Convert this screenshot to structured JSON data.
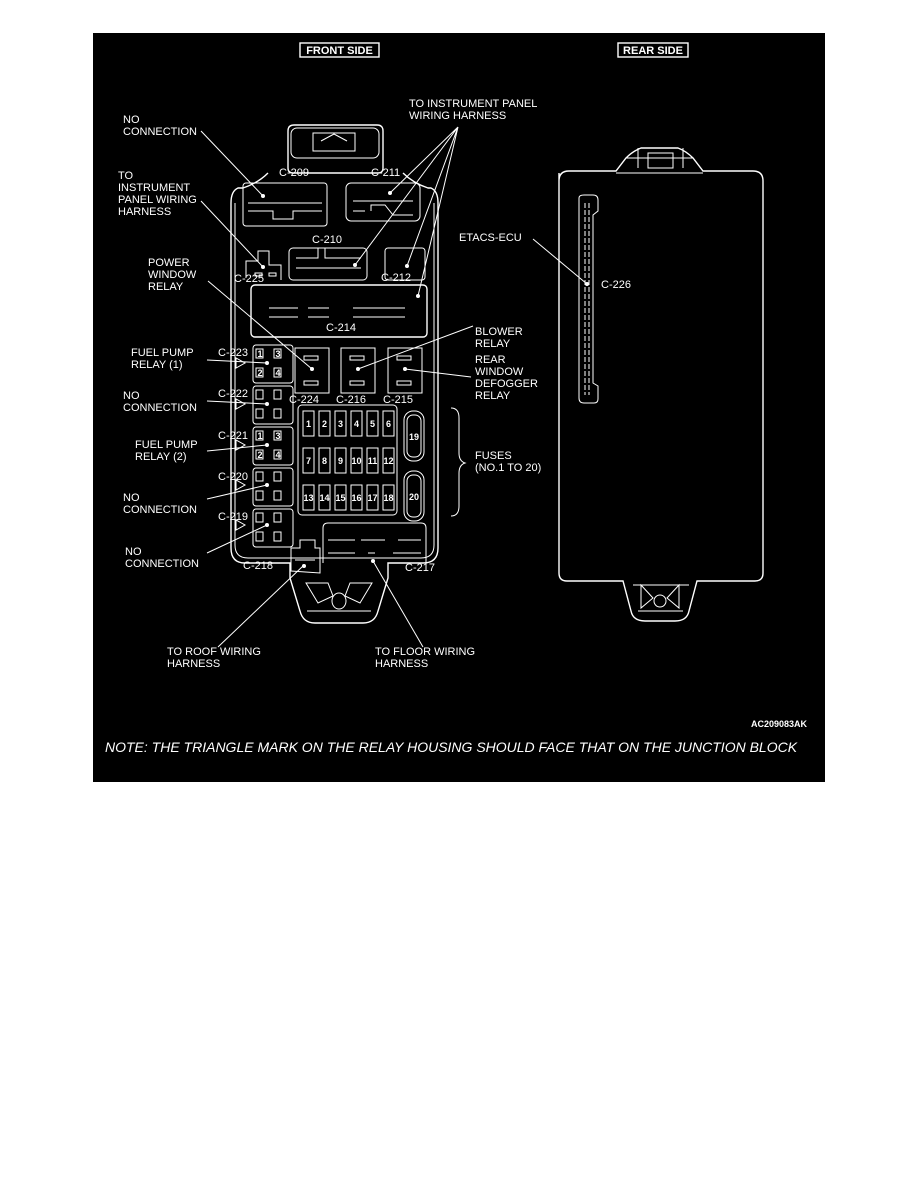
{
  "headers": {
    "front_side": "FRONT SIDE",
    "rear_side": "REAR SIDE"
  },
  "callouts": {
    "no_connection_c209": [
      "NO",
      "CONNECTION"
    ],
    "to_ip_harness_left": [
      "TO",
      "INSTRUMENT",
      "PANEL WIRING",
      "HARNESS"
    ],
    "to_ip_harness_top": [
      "TO INSTRUMENT PANEL",
      "WIRING HARNESS"
    ],
    "power_window_relay": [
      "POWER",
      "WINDOW",
      "RELAY"
    ],
    "blower_relay": [
      "BLOWER",
      "RELAY"
    ],
    "rear_window_defogger_relay": [
      "REAR",
      "WINDOW",
      "DEFOGGER",
      "RELAY"
    ],
    "fuel_pump_relay_1": [
      "FUEL PUMP",
      "RELAY (1)"
    ],
    "no_connection_c222": [
      "NO",
      "CONNECTION"
    ],
    "fuel_pump_relay_2": [
      "FUEL PUMP",
      "RELAY (2)"
    ],
    "no_connection_c220": [
      "NO",
      "CONNECTION"
    ],
    "no_connection_c219": [
      "NO",
      "CONNECTION"
    ],
    "fuses": [
      "FUSES",
      "(NO.1 TO 20)"
    ],
    "to_roof_harness": [
      "TO ROOF WIRING",
      "HARNESS"
    ],
    "to_floor_harness": [
      "TO FLOOR WIRING",
      "HARNESS"
    ],
    "etacs_ecu": "ETACS-ECU"
  },
  "connectors": {
    "c209": "C-209",
    "c211": "C-211",
    "c210": "C-210",
    "c225": "C-225",
    "c212": "C-212",
    "c214": "C-214",
    "c224": "C-224",
    "c216": "C-216",
    "c215": "C-215",
    "c223": "C-223",
    "c222": "C-222",
    "c221": "C-221",
    "c220": "C-220",
    "c219": "C-219",
    "c218": "C-218",
    "c217": "C-217",
    "c226": "C-226"
  },
  "relay_pins": [
    "1",
    "3",
    "2",
    "4"
  ],
  "fuses": [
    "1",
    "2",
    "3",
    "4",
    "5",
    "6",
    "7",
    "8",
    "9",
    "10",
    "11",
    "12",
    "13",
    "14",
    "15",
    "16",
    "17",
    "18",
    "19",
    "20"
  ],
  "figure_code": "AC209083AK",
  "note": "NOTE: THE TRIANGLE MARK ON THE RELAY HOUSING SHOULD FACE THAT ON THE JUNCTION BLOCK"
}
